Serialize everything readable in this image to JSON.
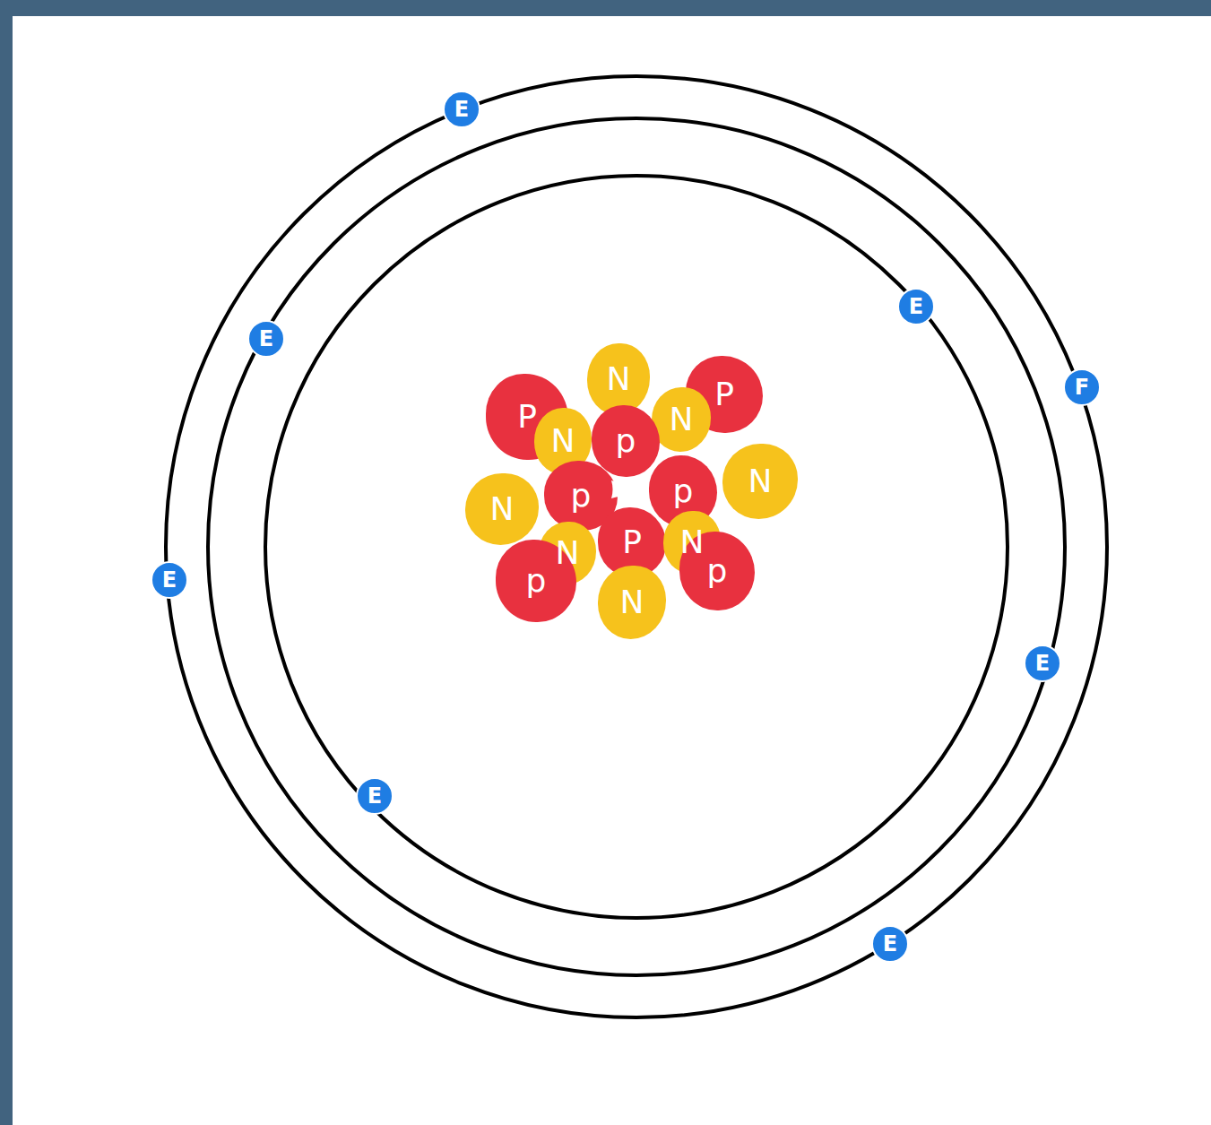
{
  "diagram": {
    "nodes": [
      {
        "text": [
          "E"
        ]
      },
      {
        "text": [
          "E"
        ]
      },
      {
        "text": [
          "E"
        ]
      },
      {
        "text": [
          "F"
        ]
      },
      {
        "text": [
          "N"
        ]
      },
      {
        "text": [
          "P"
        ]
      },
      {
        "text": [
          "P"
        ]
      },
      {
        "text": [
          "N"
        ]
      },
      {
        "text": [
          "p"
        ]
      },
      {
        "text": [
          "N"
        ]
      },
      {
        "text": [
          "N"
        ]
      },
      {
        "text": [
          "p"
        ]
      },
      {
        "text": [
          "p"
        ]
      },
      {
        "text": [
          "N"
        ]
      },
      {
        "text": [
          "P"
        ]
      },
      {
        "text": [
          "N"
        ]
      },
      {
        "text": [
          "N"
        ]
      },
      {
        "text": [
          "p"
        ]
      },
      {
        "text": [
          "p"
        ]
      },
      {
        "text": [
          "N"
        ]
      },
      {
        "text": [
          "E"
        ]
      },
      {
        "text": [
          "E"
        ]
      },
      {
        "text": [
          "E"
        ]
      },
      {
        "text": [
          "E"
        ]
      }
    ]
  }
}
